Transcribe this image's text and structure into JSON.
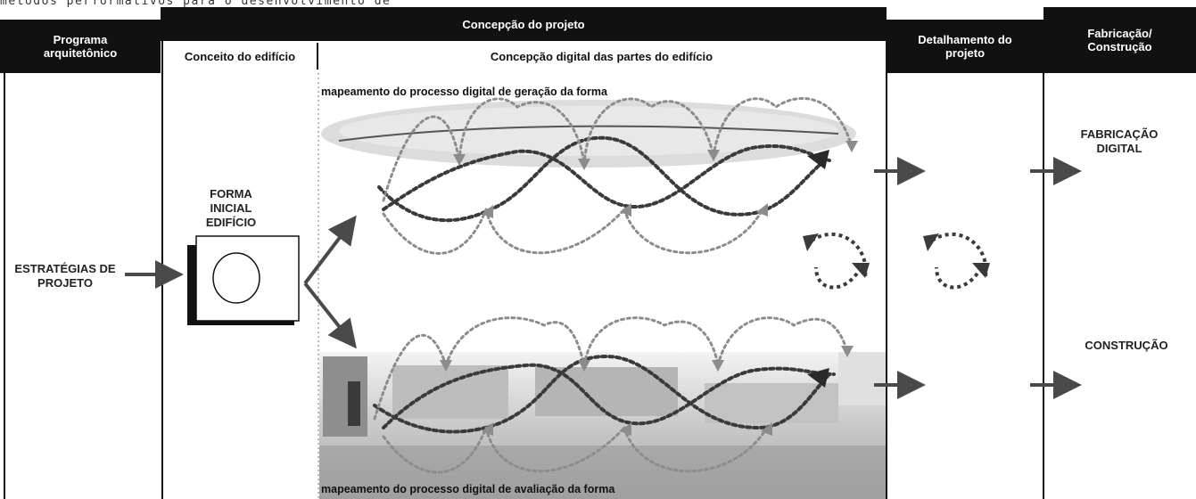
{
  "top_cut_text": "métodos performativos para o desenvolvimento de",
  "header": {
    "programa": "Programa arquitetônico",
    "concepcao": "Concepção do projeto",
    "detalhamento": "Detalhamento do projeto",
    "fabricacao": "Fabricação/ Construção"
  },
  "subheader": {
    "conceito": "Conceito do edifício",
    "concepcao_digital": "Concepção digital das partes do edifício"
  },
  "labels": {
    "estrategias": "ESTRATÉGIAS DE PROJETO",
    "forma_inicial": "FORMA INICIAL EDIFÍCIO",
    "map_top": "mapeamento do processo digital de geração da forma",
    "map_bottom": "mapeamento do processo digital de avaliação da forma",
    "fabricacao_digital": "FABRICAÇÃO DIGITAL",
    "construcao": "CONSTRUÇÃO"
  },
  "colors": {
    "header_bg": "#111111",
    "arrow": "#4a4a4a",
    "dotted_light": "#9a9a9a",
    "dotted_dark": "#3a3a3a"
  }
}
